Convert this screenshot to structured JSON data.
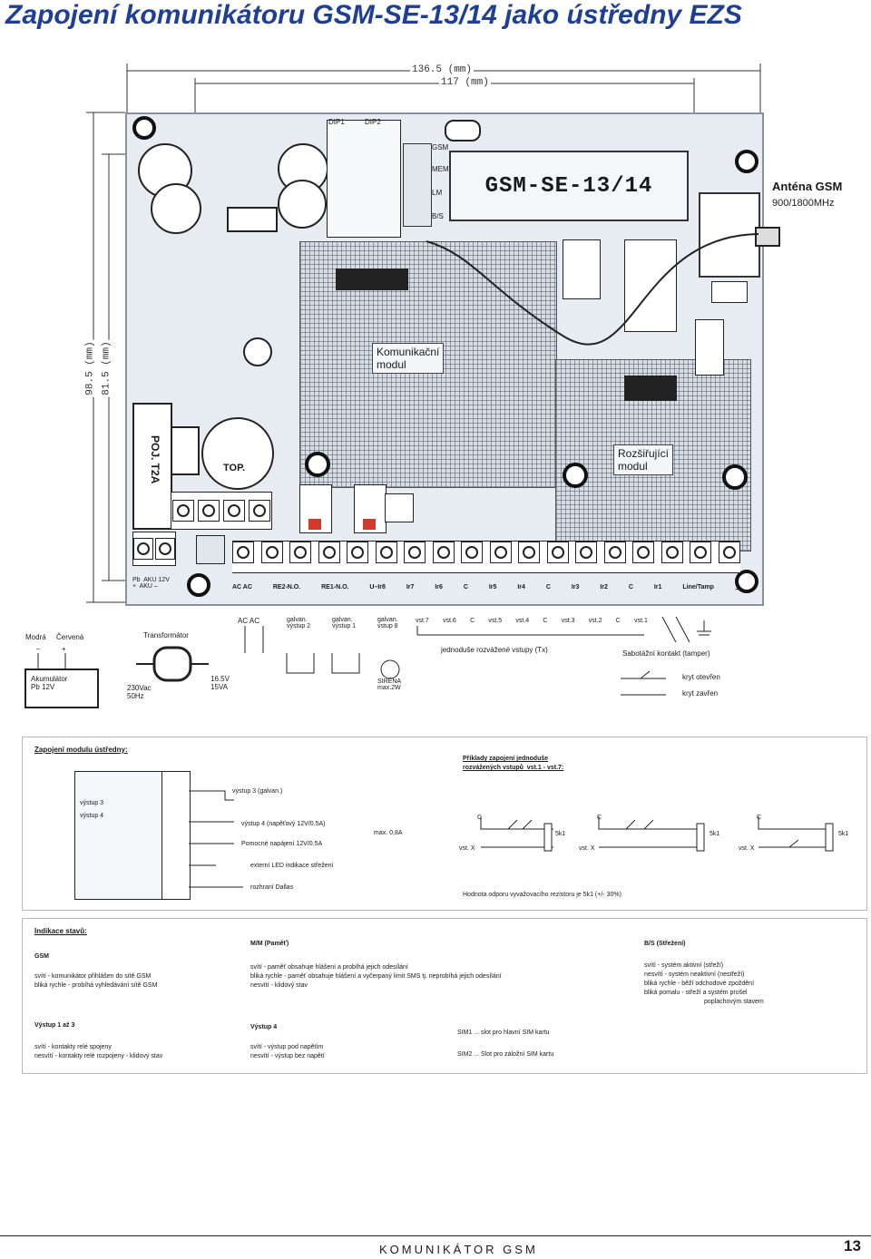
{
  "title": "Zapojení komunikátoru GSM-SE-13/14 jako ústředny EZS",
  "dims": {
    "w1": "136.5 (mm)",
    "w2": "117 (mm)",
    "h1": "98.5 (mm)",
    "h2": "81.5 (mm)"
  },
  "board": {
    "lcd": "GSM-SE-13/14",
    "module1": "Komunikační\nmodul",
    "module2": "Rozšiřující\nmodul",
    "antenna_title": "Anténa GSM",
    "antenna_band": "900/1800MHz",
    "fuse1": "POJ. T2A",
    "fuse2": "TOP.",
    "jumpers": [
      "DIP1",
      "DIP2"
    ],
    "leds": [
      "GSM",
      "MEM",
      "LM",
      "B/S"
    ],
    "terminals": [
      "Pb  AKU 12V\n+  AKU –",
      "AC  AC",
      "RE2-N.O.",
      "RE1-N.O.",
      "U–Ir8",
      "Ir7",
      "Ir6",
      "C",
      "Ir5",
      "Ir4",
      "C",
      "Ir3",
      "Ir2",
      "C",
      "Ir1",
      "Line/Tamp",
      "⊥"
    ]
  },
  "wiring": {
    "battery": {
      "wire1": "Modrá",
      "wire2": "Červená",
      "minus": "–",
      "plus": "+",
      "label": "Akumulátor\nPb 12V"
    },
    "transformer": {
      "label": "Transformátor",
      "in": "230Vac\n50Hz",
      "out": "16.5V\n15VA"
    },
    "ac": "AC  AC",
    "out2": "galvan.\nvýstup 2",
    "out1": "galvan.\nvýstup 1",
    "out8": "galvan.\nvstup 8",
    "siren": "SIRÉNA\nmax.2W",
    "inputs": [
      "vst.7",
      "vst.6",
      "C",
      "vst.5",
      "vst.4",
      "C",
      "vst.3",
      "vst.2",
      "C",
      "vst.1"
    ],
    "inputs_note": "jednoduše rozvážené vstupy (Tx)",
    "tamper_title": "Sabotážní kontakt (tamper)",
    "tamper1": "kryt otevřen",
    "tamper2": "kryt zavřen"
  },
  "module_conn": {
    "title": "Zapojení modulu ústředny:",
    "left": [
      "výstup 3",
      "výstup 4"
    ],
    "lines": [
      "výstup 3 (galvan.)",
      "výstup 4 (napěťový   12V/0.5A)",
      "Pomocné napájení  12V/0.5A",
      "externí LED indikace střežení",
      "rozhraní Dallas"
    ],
    "max": "max. 0,8A"
  },
  "examples": {
    "title": "Příklady zapojení jednoduše\nrozvážených vstupů  vst.1 - vst.7:",
    "c": "C",
    "vst": "vst. X",
    "rk": "5k1",
    "note": "Hodnota odporu vyvažovacího rezistoru je 5k1 (+/- 30%)"
  },
  "indication": {
    "title": "Indikace stavů:",
    "gsm_title": "GSM",
    "gsm": [
      "svítí - komunikátor přihlášen do sítě GSM",
      "bliká rychle - probíhá vyhledávání sítě GSM"
    ],
    "mem_title": "M/M (Paměť)",
    "mem": [
      "svítí - paměť obsahuje hlášení a probíhá jejich odesílání",
      "bliká rychle - paměť obsahuje hlášení a vyčerpaný limit SMS tj. neprobíhá jejich odesílání",
      "nesvítí - klidový stav"
    ],
    "bs_title": "B/S (Střežení)",
    "bs": [
      "svítí - systém aktivní (střeží)",
      "nesvítí - systém neaktivní (nestřeží)",
      "bliká rychle - běží odchodové zpoždění",
      "bliká pomalu - střeží a systém prošel",
      "poplachovým stavem"
    ],
    "out13_title": "Výstup 1 až 3",
    "out13": [
      "svítí - kontakty relé spojeny",
      "nesvítí - kontakty relé rozpojeny - klidový stav"
    ],
    "out4_title": "Výstup 4",
    "out4": [
      "svítí - výstup pod napětím",
      "nesvítí - výstup bez napětí"
    ],
    "sim1": "SIM1 ... slot pro hlavní SIM kartu",
    "sim2": "SIM2 ... Slot pro záložní SIM kartu"
  },
  "footer": {
    "name": "KOMUNIKÁTOR GSM",
    "page": "13"
  }
}
